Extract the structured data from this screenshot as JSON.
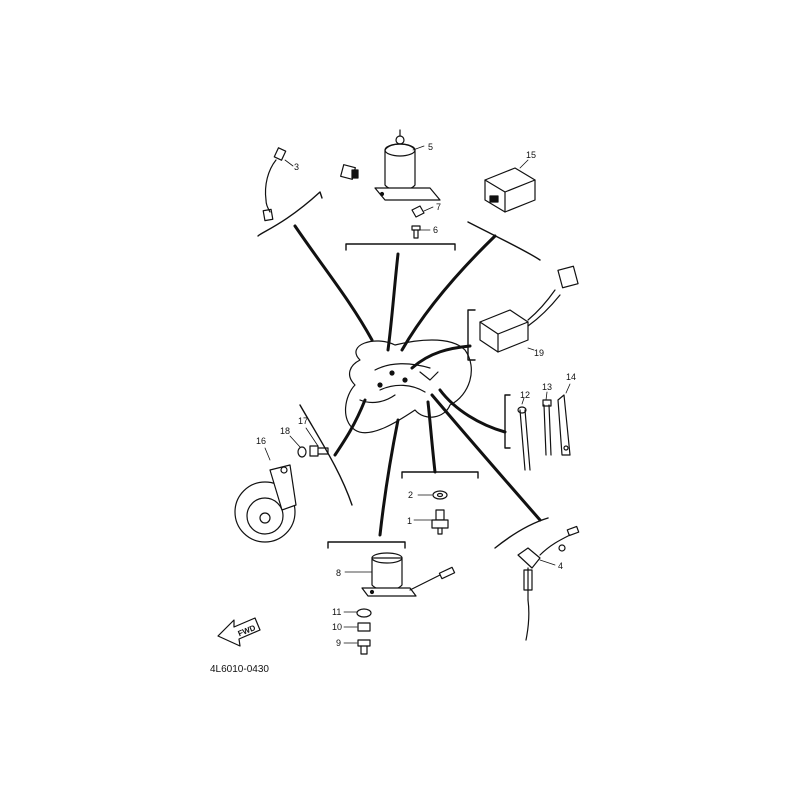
{
  "diagram": {
    "code": "4L6010-0430",
    "fwd_label": "FWD",
    "callouts": {
      "p1": "1",
      "p2": "2",
      "p3": "3",
      "p4": "4",
      "p5": "5",
      "p6": "6",
      "p7": "7",
      "p8": "8",
      "p9": "9",
      "p10": "10",
      "p11": "11",
      "p12": "12",
      "p13": "13",
      "p14": "14",
      "p15": "15",
      "p16": "16",
      "p17": "17",
      "p18": "18",
      "p19": "19"
    },
    "colors": {
      "ink": "#111111",
      "paper": "#ffffff"
    }
  }
}
